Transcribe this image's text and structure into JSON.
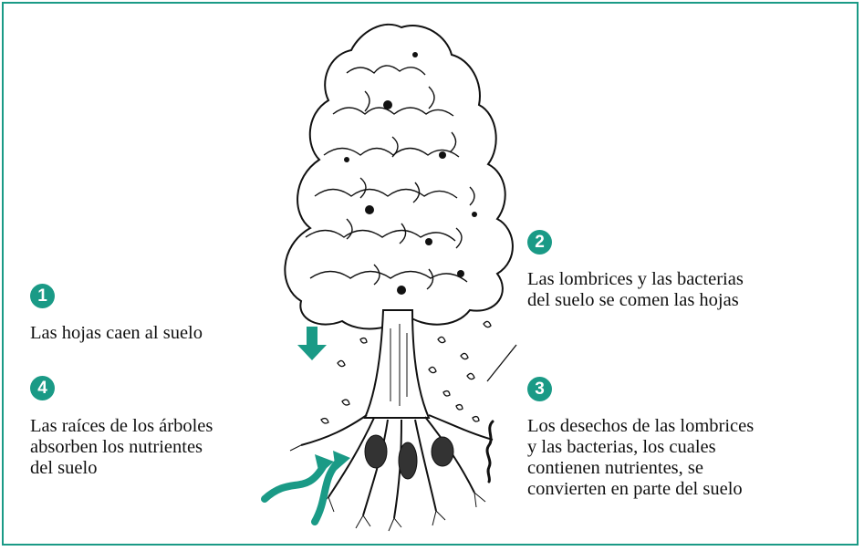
{
  "colors": {
    "accent": "#1a9a86",
    "ink": "#111111",
    "background": "#ffffff"
  },
  "steps": [
    {
      "number": "1",
      "lines": [
        "Las hojas caen al suelo"
      ]
    },
    {
      "number": "2",
      "lines": [
        "Las lombrices y las bacterias",
        "del suelo se comen las hojas"
      ]
    },
    {
      "number": "3",
      "lines": [
        "Los desechos de las lombrices",
        "y las bacterias, los cuales",
        "contienen nutrientes, se",
        "convierten en parte del suelo"
      ]
    },
    {
      "number": "4",
      "lines": [
        "Las raíces de los árboles",
        "absorben los nutrientes",
        "del suelo"
      ]
    }
  ],
  "icons": [
    "tree-illustration",
    "down-arrow-icon",
    "curved-arrow-icon",
    "curved-arrow-icon",
    "worm-icon"
  ]
}
